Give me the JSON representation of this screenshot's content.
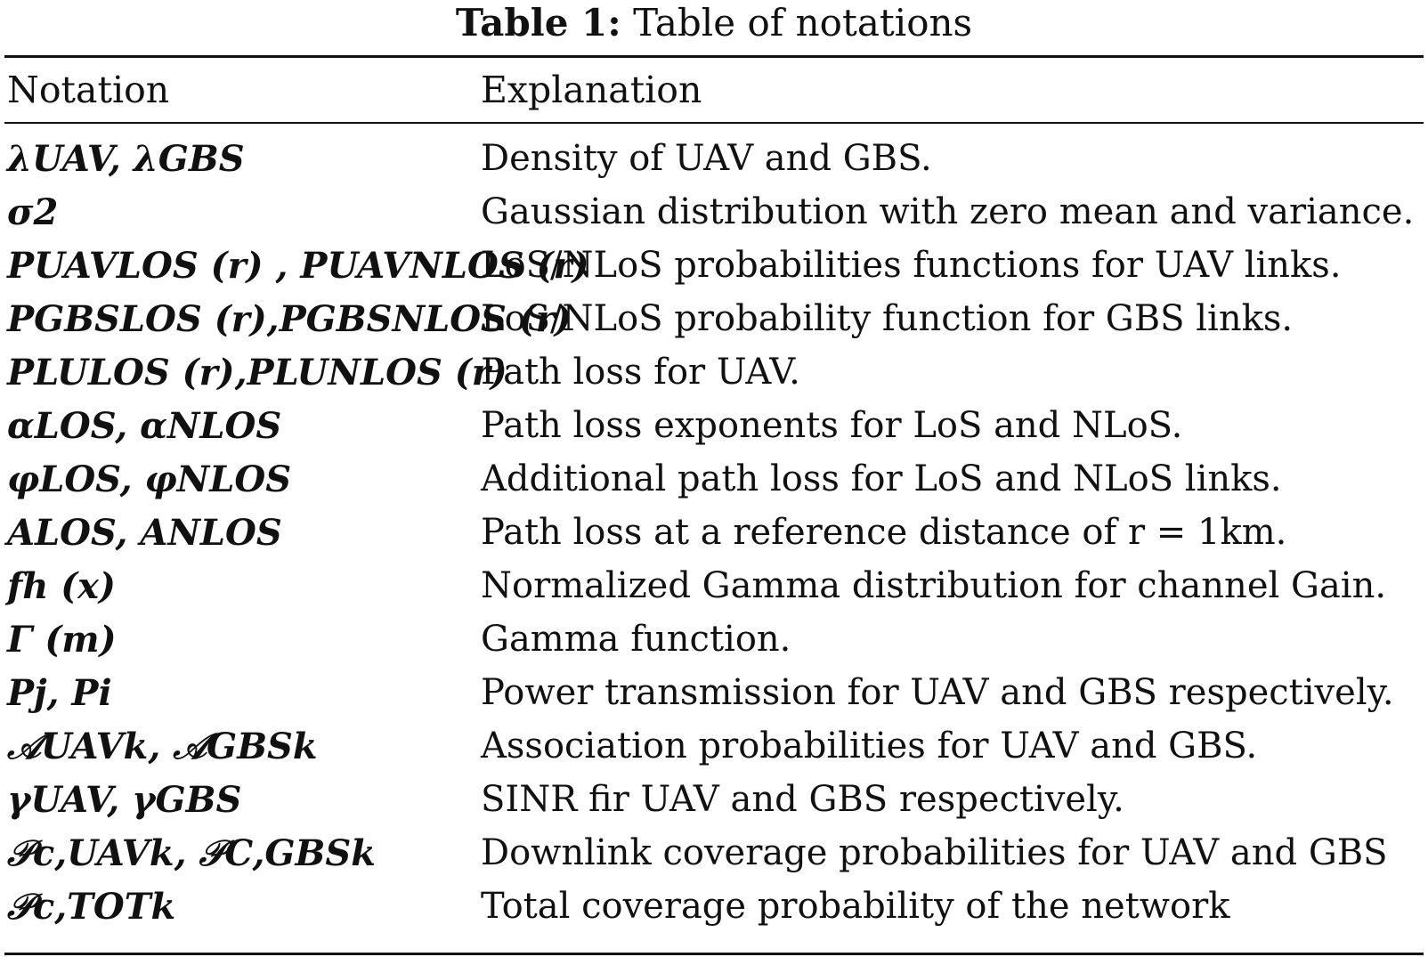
{
  "caption": {
    "label": "Table 1:",
    "title": "Table of notations"
  },
  "headers": {
    "notation": "Notation",
    "explanation": "Explanation"
  },
  "rows": [
    {
      "notation": "λUAV, λGBS",
      "explanation": "Density of UAV and GBS."
    },
    {
      "notation": "σ2",
      "explanation": "Gaussian distribution with zero mean and variance."
    },
    {
      "notation": "PUAVLOS (r) , PUAVNLOS (r)",
      "explanation": "LoS/NLoS probabilities functions for UAV links."
    },
    {
      "notation": "PGBSLOS (r),PGBSNLOS (r)",
      "explanation": "LoS/NLoS probability function for GBS links."
    },
    {
      "notation": "PLULOS (r),PLUNLOS (r)",
      "explanation": "Path loss for UAV."
    },
    {
      "notation": "αLOS, αNLOS",
      "explanation": "Path loss exponents for LoS and NLoS."
    },
    {
      "notation": "φLOS, φNLOS",
      "explanation": "Additional path loss for LoS and NLoS links."
    },
    {
      "notation": "ALOS, ANLOS",
      "explanation": "Path loss at a reference distance of r = 1km."
    },
    {
      "notation": "fh (x)",
      "explanation": "Normalized Gamma distribution for channel Gain."
    },
    {
      "notation": "Γ (m)",
      "explanation": "Gamma function."
    },
    {
      "notation": "Pj, Pi",
      "explanation": "Power transmission for UAV and GBS respectively."
    },
    {
      "notation": "𝒜UAVk, 𝒜GBSk",
      "explanation": "Association probabilities for UAV and GBS."
    },
    {
      "notation": "γUAV, γGBS",
      "explanation": "SINR fir UAV and GBS respectively."
    },
    {
      "notation": "𝒫c,UAVk, 𝒫C,GBSk",
      "explanation": "Downlink coverage probabilities for UAV and GBS"
    },
    {
      "notation": "𝒫c,TOTk",
      "explanation": "Total coverage probability of the network"
    }
  ]
}
